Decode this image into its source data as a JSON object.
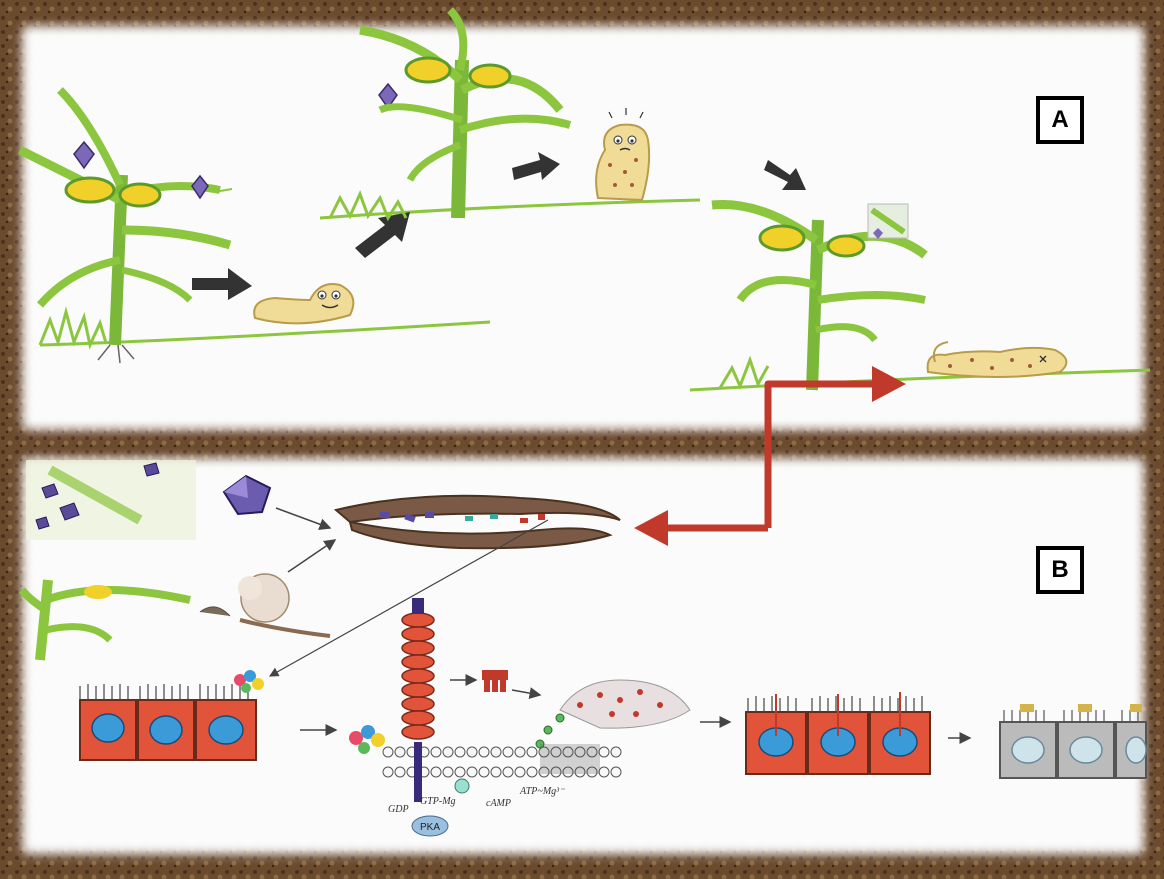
{
  "panels": {
    "a": {
      "label": "A"
    },
    "b": {
      "label": "B"
    }
  },
  "pathway_labels": {
    "gdp": "GDP",
    "gtp": "GTP-Mg",
    "atp": "ATP~Mg³⁻",
    "camp": "cAMP",
    "pka": "PKA"
  },
  "colors": {
    "soil": "#6b4a2e",
    "panel_bg": "#fbfbfb",
    "plant": "#8cc63e",
    "plant_dark": "#5c9a2a",
    "arrow_dark": "#333333",
    "link_arrow": "#c0392b",
    "crystal": "#7b68b8",
    "cell": "#e2543a",
    "nucleus": "#3a9bd8",
    "larva": "#f0dc96"
  },
  "icons": [
    "corn-plant-icon",
    "larva-icon",
    "crystal-icon",
    "cotton-boll-icon",
    "insect-gut-icon",
    "epithelial-cell-icon",
    "receptor-icon",
    "toxin-icon",
    "pore-icon"
  ]
}
